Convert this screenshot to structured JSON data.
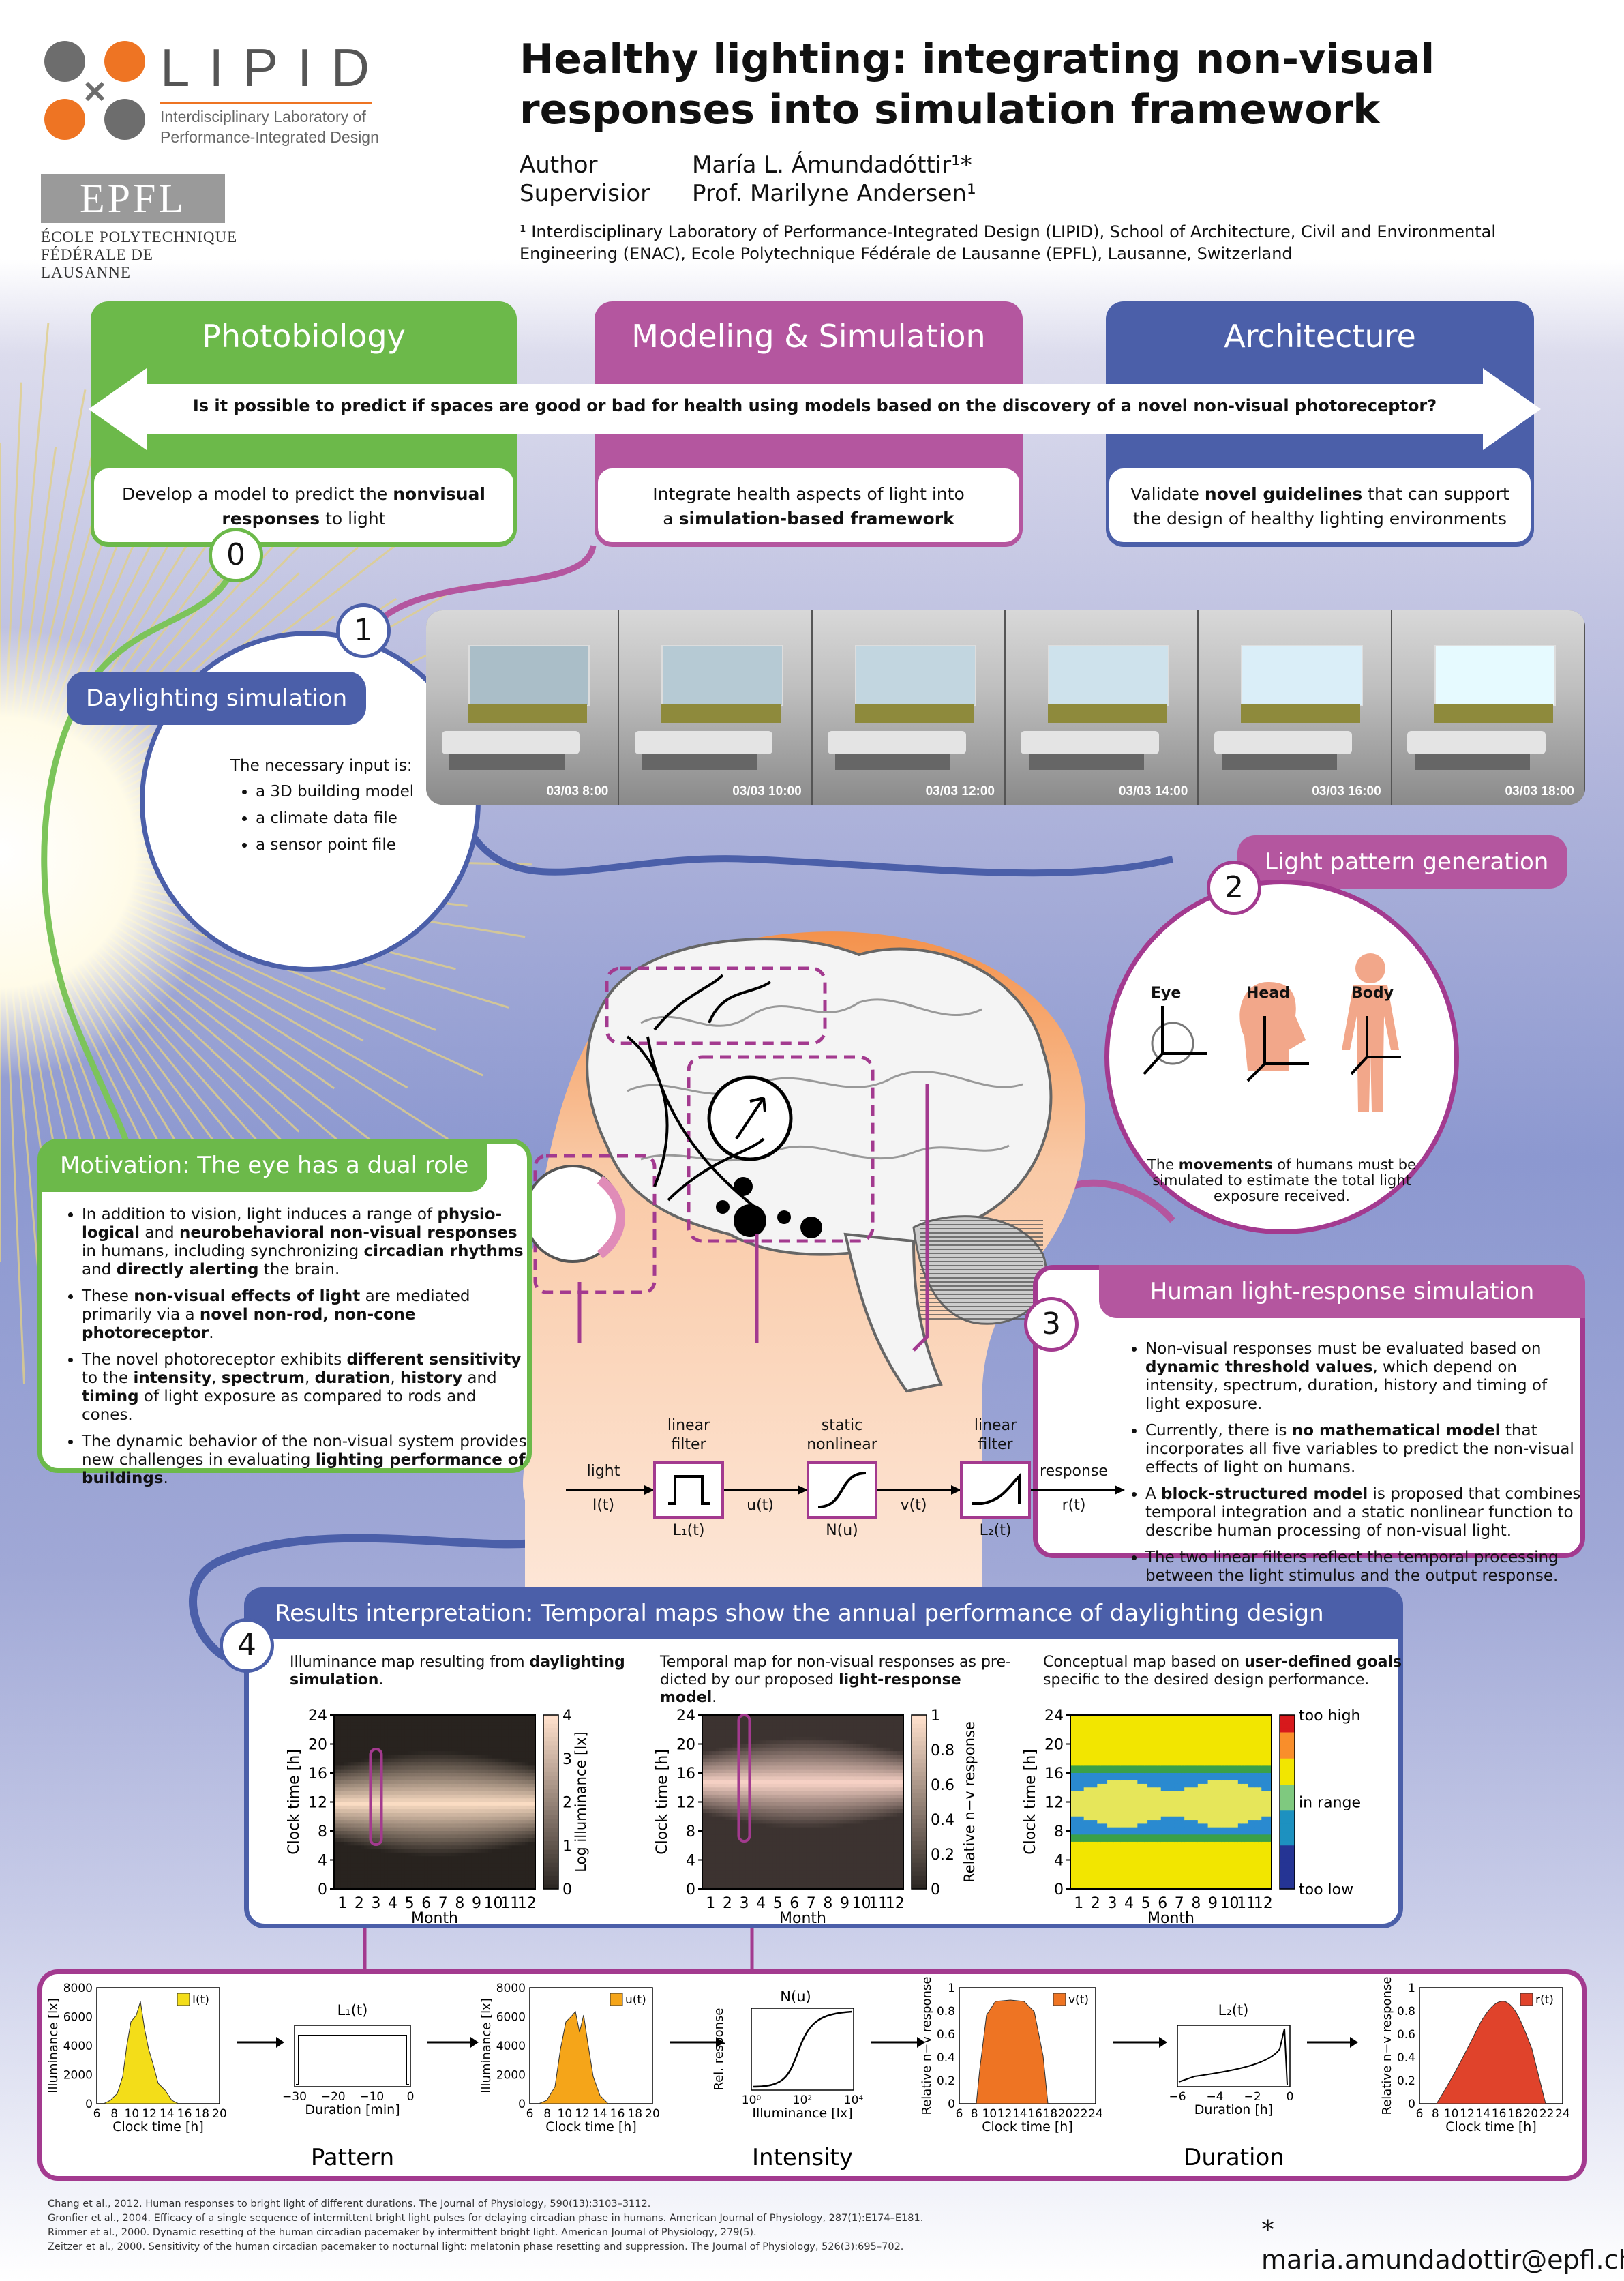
{
  "header": {
    "lab_logo": {
      "name": "LIPID",
      "subtitle_line1": "Interdisciplinary Laboratory of",
      "subtitle_line2": "Performance-Integrated Design"
    },
    "school_logo": {
      "mark": "EPFL",
      "line1": "ÉCOLE POLYTECHNIQUE",
      "line2": "FÉDÉRALE DE LAUSANNE"
    },
    "title_line1": "Healthy lighting: integrating non-visual",
    "title_line2": "responses into simulation framework",
    "author_label": "Author",
    "author_name": "María L. Ámundadóttir¹*",
    "supervisor_label": "Supervisior",
    "supervisor_name": "Prof. Marilyne Andersen¹",
    "affiliation": "¹ Interdisciplinary Laboratory of Performance-Integrated Design (LIPID), School of Architecture, Civil and Environmental Engineering (ENAC), Ecole Polytechnique Fédérale de Lausanne (EPFL), Lausanne, Switzerland"
  },
  "colors": {
    "green": "#6cb94a",
    "purple": "#b4569f",
    "blue": "#4b5fa9",
    "orange": "#e87a27",
    "magenta": "#a33a8f"
  },
  "pillars": [
    {
      "title": "Photobiology",
      "goal_pre": "Develop a model to predict the ",
      "goal_bold": "nonvisual responses",
      "goal_post": " to light"
    },
    {
      "title": "Modeling & Simulation",
      "goal_pre": "Integrate health aspects of light into a ",
      "goal_bold": "simulation-based framework",
      "goal_post": ""
    },
    {
      "title": "Architecture",
      "goal_pre": "Validate ",
      "goal_bold": "novel guidelines",
      "goal_post": " that can support the design of healthy lighting environments"
    }
  ],
  "question": "Is it possible to predict if spaces are good or bad for health using models based on the discovery of a novel non-visual photoreceptor?",
  "steps": [
    "0",
    "1",
    "2",
    "3",
    "4"
  ],
  "daylighting": {
    "heading": "Daylighting simulation",
    "intro": "The necessary input is:",
    "inputs": [
      "a 3D building model",
      "a climate data file",
      "a sensor point file"
    ],
    "times": [
      "03/03 8:00",
      "03/03 10:00",
      "03/03 12:00",
      "03/03 14:00",
      "03/03 16:00",
      "03/03 18:00"
    ]
  },
  "light_pattern": {
    "heading": "Light pattern generation",
    "labels": [
      "Eye",
      "Head",
      "Body"
    ],
    "caption_pre": "The ",
    "caption_bold": "movements",
    "caption_post": " of humans must be simulated to estimate the total light exposure received."
  },
  "motivation": {
    "heading": "Motivation: The eye has a dual role",
    "bullets": [
      {
        "parts": [
          [
            "In addition to vision, light induces a range of ",
            0
          ],
          [
            "physio-logical",
            1
          ],
          [
            " and ",
            0
          ],
          [
            "neurobehavioral non-visual responses",
            1
          ],
          [
            " in humans, including synchronizing ",
            0
          ],
          [
            "circadian rhythms",
            1
          ],
          [
            " and ",
            0
          ],
          [
            "directly alerting",
            1
          ],
          [
            " the brain.",
            0
          ]
        ]
      },
      {
        "parts": [
          [
            "These ",
            0
          ],
          [
            "non-visual effects of light",
            1
          ],
          [
            " are mediated primarily via a ",
            0
          ],
          [
            "novel non-rod, non-cone photoreceptor",
            1
          ],
          [
            ".",
            0
          ]
        ]
      },
      {
        "parts": [
          [
            "The novel photoreceptor exhibits ",
            0
          ],
          [
            "different sensitivity",
            1
          ],
          [
            " to the ",
            0
          ],
          [
            "intensity",
            1
          ],
          [
            ", ",
            0
          ],
          [
            "spectrum",
            1
          ],
          [
            ", ",
            0
          ],
          [
            "duration",
            1
          ],
          [
            ", ",
            0
          ],
          [
            "history",
            1
          ],
          [
            " and ",
            0
          ],
          [
            "timing",
            1
          ],
          [
            " of light exposure as compared to rods and cones.",
            0
          ]
        ]
      },
      {
        "parts": [
          [
            "The dynamic behavior of the non-visual system provides new challenges in evaluating ",
            0
          ],
          [
            "lighting performance of buildings",
            1
          ],
          [
            ".",
            0
          ]
        ]
      }
    ]
  },
  "block_model": {
    "input_label": "light",
    "input_var": "I(t)",
    "block1_title_1": "linear",
    "block1_title_2": "filter",
    "block1_name": "L₁(t)",
    "mid1": "u(t)",
    "block2_title_1": "static",
    "block2_title_2": "nonlinear",
    "block2_name": "N(u)",
    "mid2": "v(t)",
    "block3_title_1": "linear",
    "block3_title_2": "filter",
    "block3_name": "L₂(t)",
    "output_label": "response",
    "output_var": "r(t)"
  },
  "human_response": {
    "heading": "Human light-response simulation",
    "bullets": [
      {
        "parts": [
          [
            "Non-visual responses must be evaluated based on ",
            0
          ],
          [
            "dynamic threshold values",
            1
          ],
          [
            ", which depend on intensity, spectrum, duration, history and timing of light exposure.",
            0
          ]
        ]
      },
      {
        "parts": [
          [
            "Currently, there is ",
            0
          ],
          [
            "no mathematical model",
            1
          ],
          [
            " that incorporates all five variables to predict the non-visual effects of light on humans.",
            0
          ]
        ]
      },
      {
        "parts": [
          [
            "A ",
            0
          ],
          [
            "block-structured model",
            1
          ],
          [
            " is proposed that combines temporal integration and a static nonlinear function to  describe human processing of non-visual light.",
            0
          ]
        ]
      },
      {
        "parts": [
          [
            "The two linear filters reflect the temporal processing between the light stimulus and the output response.",
            0
          ]
        ]
      }
    ]
  },
  "results": {
    "heading": "Results interpretation: Temporal maps show the annual performance of daylighting design",
    "maps": [
      {
        "caption_pre": "Illuminance map resulting from ",
        "caption_bold": "daylighting simulation",
        "caption_post": ".",
        "ylabel": "Clock time [h]",
        "xlabel": "Month",
        "cbar_label": "Log illuminance [lx]",
        "cbar_ticks": [
          "4",
          "3",
          "2",
          "1",
          "0"
        ]
      },
      {
        "caption_pre": "Temporal map for non-visual responses as pre-dicted by our proposed ",
        "caption_bold": "light-response model",
        "caption_post": ".",
        "ylabel": "Clock time [h]",
        "xlabel": "Month",
        "cbar_label": "Relative n−v response",
        "cbar_ticks": [
          "1",
          "0.8",
          "0.6",
          "0.4",
          "0.2",
          "0"
        ]
      },
      {
        "caption_pre": "Conceptual map based on ",
        "caption_bold": "user-defined goals",
        "caption_post": " specific to the desired design performance.",
        "ylabel": "Clock time [h]",
        "xlabel": "Month",
        "cbar_label": "",
        "cbar_ticks": [
          "too high",
          "in range",
          "too low"
        ]
      }
    ],
    "yticks": [
      "24",
      "20",
      "16",
      "12",
      "8",
      "4",
      "0"
    ],
    "xticks": [
      "1",
      "2",
      "3",
      "4",
      "5",
      "6",
      "7",
      "8",
      "9",
      "10",
      "11",
      "12"
    ]
  },
  "pipeline": {
    "plot1": {
      "legend": "I(t)",
      "ylabel": "Illuminance [lx]",
      "xlabel": "Clock time [h]",
      "yticks": [
        "8000",
        "6000",
        "4000",
        "2000",
        "0"
      ],
      "xticks": [
        "6",
        "8",
        "10",
        "12",
        "14",
        "16",
        "18",
        "20"
      ]
    },
    "filter1": {
      "title": "L₁(t)",
      "xlabel": "Duration [min]",
      "xticks": [
        "−30",
        "−20",
        "−10",
        "0"
      ],
      "caption": "Pattern"
    },
    "plot2": {
      "legend": "u(t)",
      "ylabel": "Illuminance [lx]",
      "xlabel": "Clock time [h]",
      "yticks": [
        "8000",
        "6000",
        "4000",
        "2000",
        "0"
      ],
      "xticks": [
        "6",
        "8",
        "10",
        "12",
        "14",
        "16",
        "18",
        "20"
      ]
    },
    "nonlinear": {
      "title": "N(u)",
      "ylabel": "Rel. response",
      "xlabel": "Illuminance [lx]",
      "xticks": [
        "10⁰",
        "10²",
        "10⁴"
      ],
      "caption": "Intensity"
    },
    "plot3": {
      "legend": "v(t)",
      "ylabel": "Relative n−v response",
      "xlabel": "Clock time [h]",
      "yticks": [
        "1",
        "0.8",
        "0.6",
        "0.4",
        "0.2",
        "0"
      ],
      "xticks": [
        "6",
        "8",
        "10",
        "12",
        "14",
        "16",
        "18",
        "20",
        "22",
        "24"
      ]
    },
    "filter2": {
      "title": "L₂(t)",
      "xlabel": "Duration [h]",
      "xticks": [
        "−6",
        "−4",
        "−2",
        "0"
      ],
      "caption": "Duration"
    },
    "plot4": {
      "legend": "r(t)",
      "ylabel": "Relative n−v response",
      "xlabel": "Clock time [h]",
      "yticks": [
        "1",
        "0.8",
        "0.6",
        "0.4",
        "0.2",
        "0"
      ],
      "xticks": [
        "6",
        "8",
        "10",
        "12",
        "14",
        "16",
        "18",
        "20",
        "22",
        "24"
      ]
    }
  },
  "references": [
    "Chang et al., 2012. Human responses to bright light of different durations. The Journal of Physiology, 590(13):3103–3112.",
    "Gronfier et al., 2004. Efficacy of a single sequence of intermittent bright light pulses for delaying circadian phase in humans. American Journal of Physiology, 287(1):E174–E181.",
    "Rimmer et al., 2000. Dynamic resetting of the human circadian pacemaker by intermittent bright light. American Journal of Physiology, 279(5).",
    "Zeitzer et al., 2000. Sensitivity of the human circadian pacemaker to nocturnal light: melatonin phase resetting and suppression. The Journal of Physiology, 526(3):695–702."
  ],
  "contact": "* maria.amundadottir@epfl.ch"
}
